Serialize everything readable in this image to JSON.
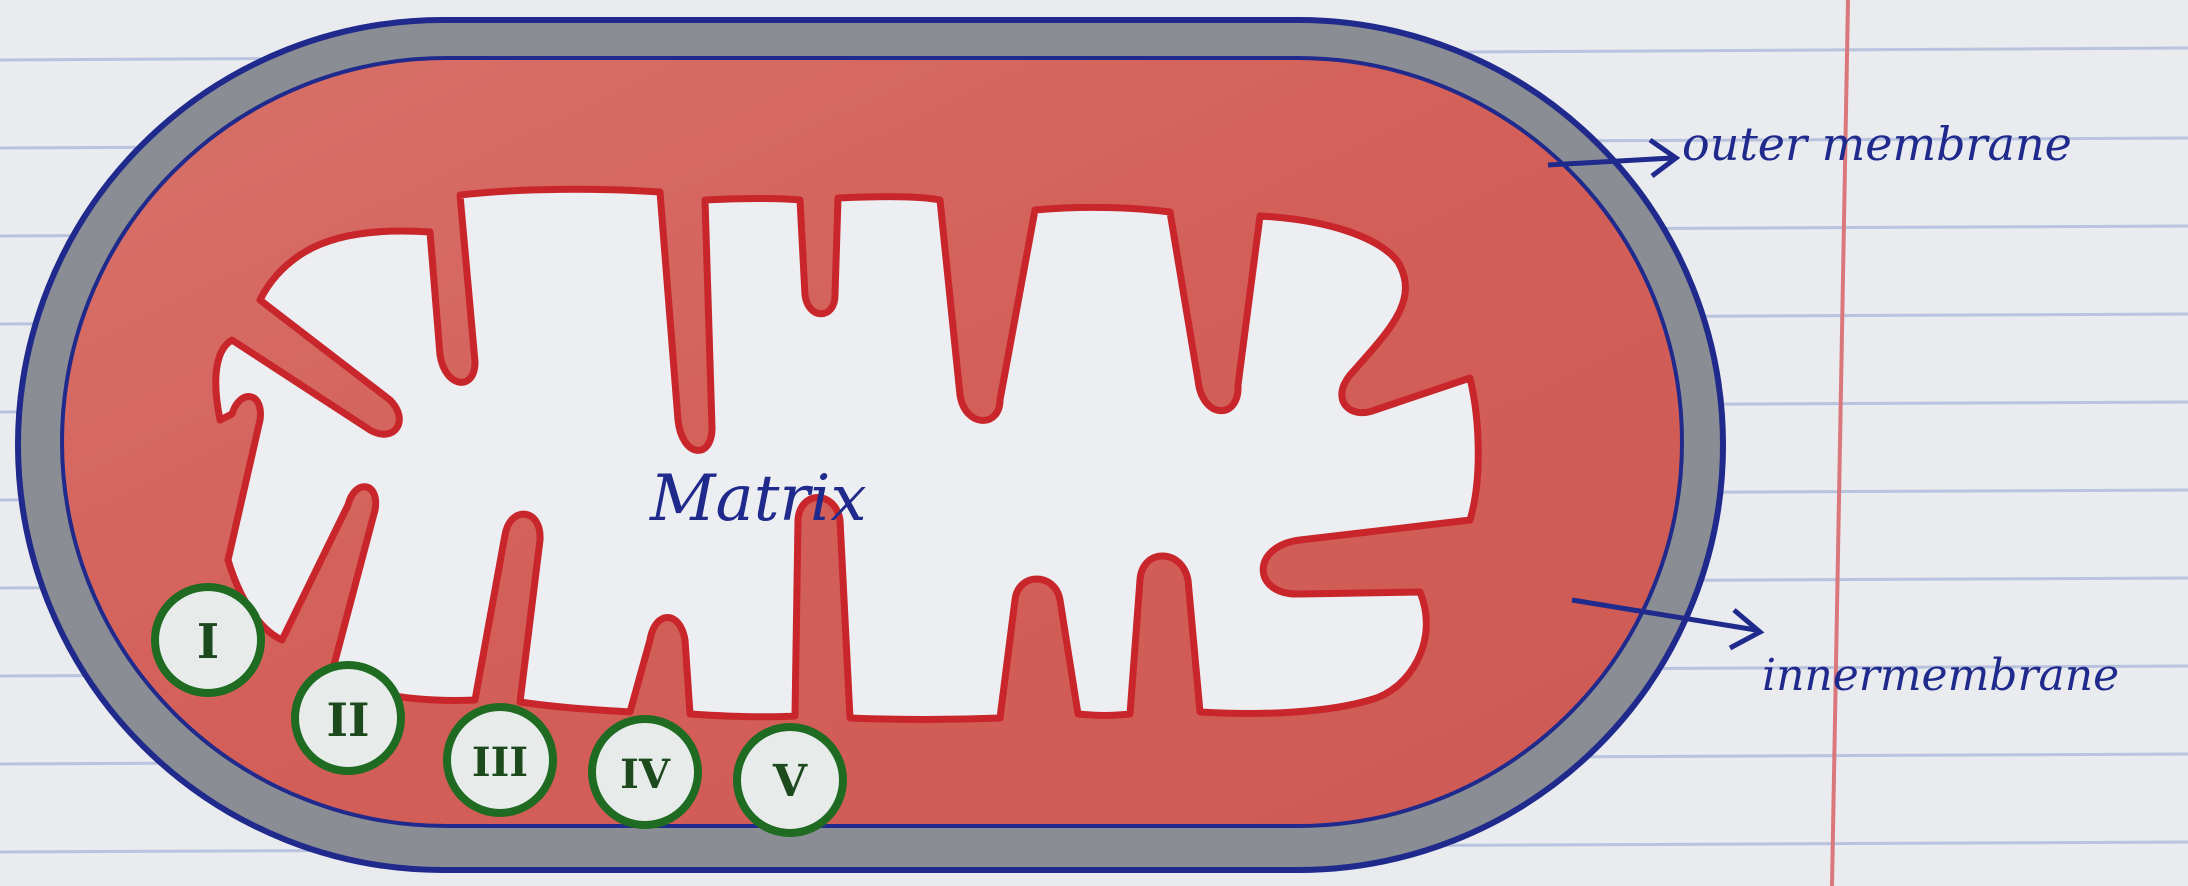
{
  "labels": {
    "matrix": "Matrix",
    "outer": "outer membrane",
    "inner": "innermembrane"
  },
  "complexes": [
    "I",
    "II",
    "III",
    "IV",
    "V"
  ],
  "colors": {
    "paper": "#e9ebef",
    "ruled_line": "#b9c3de",
    "margin_line": "#d9777b",
    "outer_membrane": "#8a8d93",
    "outline": "#1f2a8c",
    "intermembrane": "#d4605c",
    "cristae_outline": "#c8262b",
    "matrix": "#eceef2",
    "complex_ring": "#1f6b22"
  }
}
